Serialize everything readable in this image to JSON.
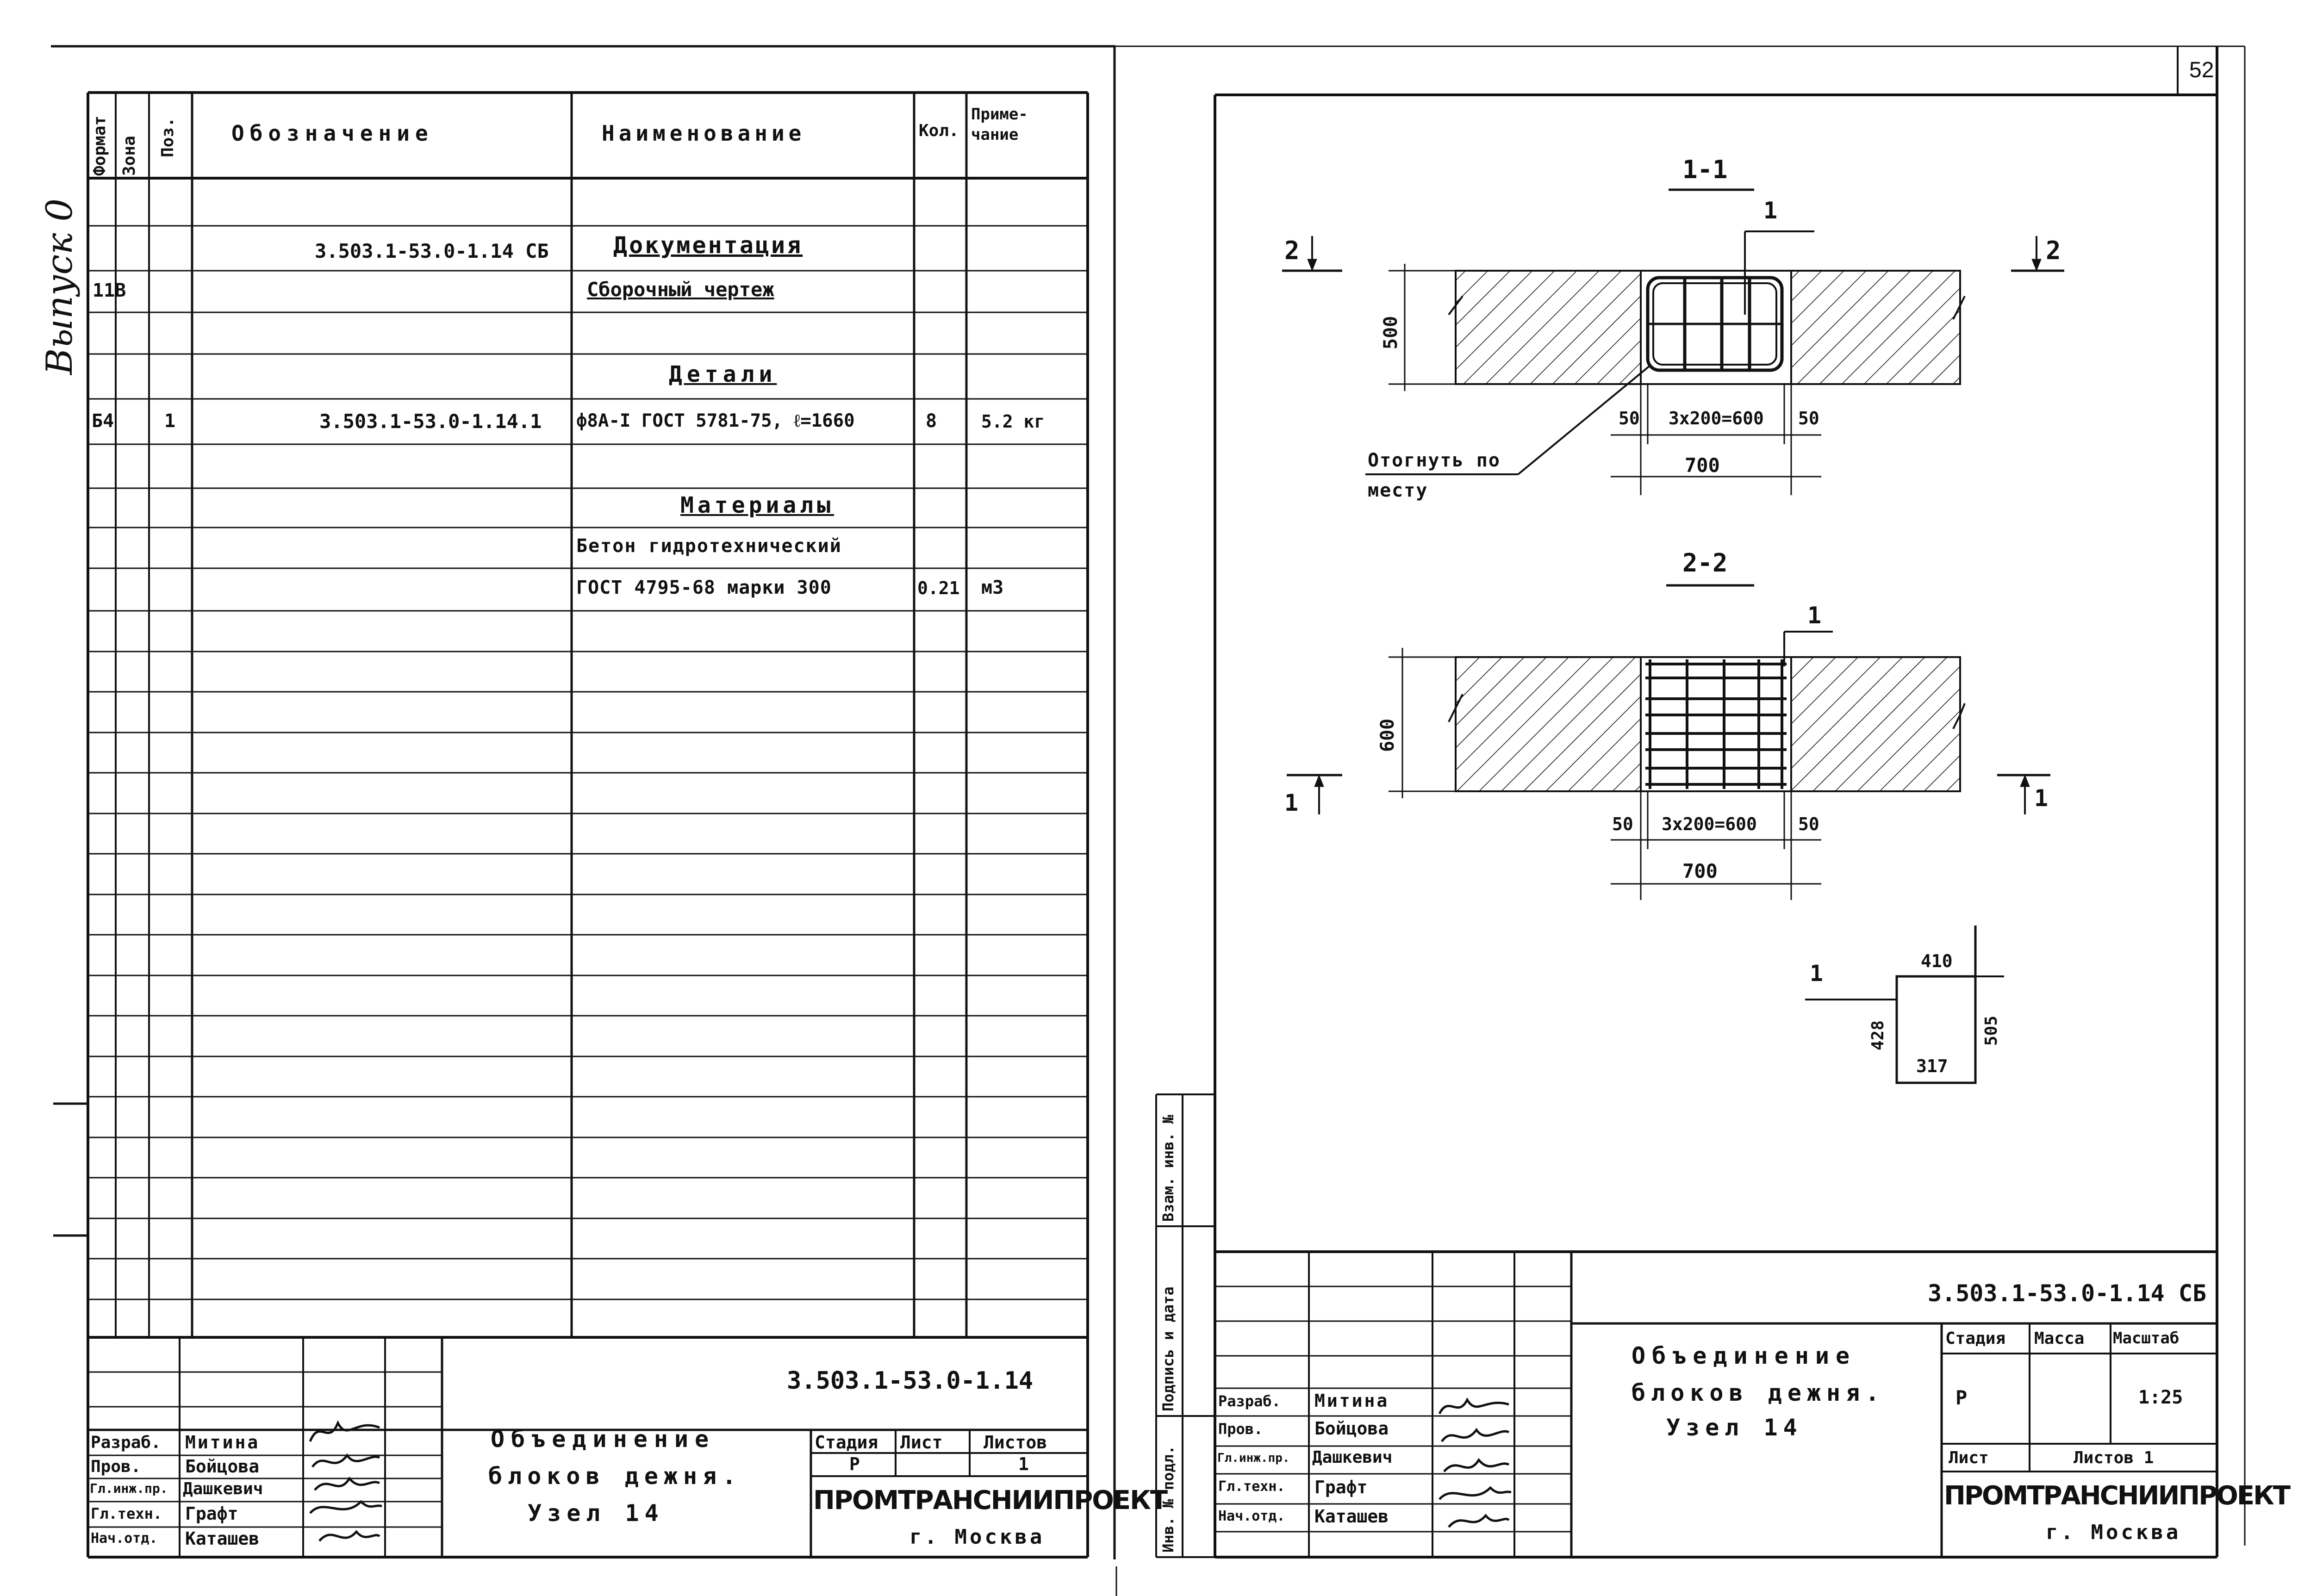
{
  "page_number": "52",
  "left_sheet": {
    "margin_label": "Выпуск 0",
    "table": {
      "headers": {
        "format": "Формат",
        "zone": "Зона",
        "pos": "Поз.",
        "designation": "Обозначение",
        "name": "Наименование",
        "qty": "Кол.",
        "note": "Приме-чание"
      },
      "rows": [
        {
          "format": "",
          "pos": "",
          "designation": "3.503.1-53.0-1.14 СБ",
          "name": "Документация",
          "qty": "",
          "note": ""
        },
        {
          "format": "11В",
          "pos": "",
          "designation": "",
          "name": "Сборочный чертеж",
          "qty": "",
          "note": ""
        },
        {
          "format": "",
          "pos": "",
          "designation": "",
          "name": "Детали",
          "qty": "",
          "note": ""
        },
        {
          "format": "Б4",
          "pos": "1",
          "designation": "3.503.1-53.0-1.14.1",
          "name": "ф8А-I ГОСТ 5781-75, ℓ=1660",
          "qty": "8",
          "note": "5.2 кг"
        },
        {
          "format": "",
          "pos": "",
          "designation": "",
          "name": "Материалы",
          "qty": "",
          "note": ""
        },
        {
          "format": "",
          "pos": "",
          "designation": "",
          "name": "Бетон гидротехнический",
          "qty": "",
          "note": ""
        },
        {
          "format": "",
          "pos": "",
          "designation": "",
          "name": "ГОСТ 4795-68 марки 300",
          "qty": "0.21",
          "note": "м3"
        }
      ]
    },
    "title_block": {
      "code": "3.503.1-53.0-1.14",
      "title_lines": [
        "Объединение",
        "блоков дежня.",
        "Узел 14"
      ],
      "stage_label": "Стадия",
      "sheet_label": "Лист",
      "sheets_label": "Листов",
      "stage": "Р",
      "sheets": "1",
      "org": "ПРОМТРАНСНИИПРОЕКТ",
      "city": "г. Москва",
      "people": [
        {
          "role": "Разраб.",
          "name": "Митина"
        },
        {
          "role": "Пров.",
          "name": "Бойцова"
        },
        {
          "role": "Гл.инж.пр.",
          "name": "Дашкевич"
        },
        {
          "role": "Гл.техн.",
          "name": "Графт"
        },
        {
          "role": "Нач.отд.",
          "name": "Каташев"
        }
      ]
    }
  },
  "right_sheet": {
    "side_labels": [
      "Инв. № подл.",
      "Подпись и дата",
      "Взам. инв. №"
    ],
    "section_1": {
      "title": "1-1",
      "cut_left": "2",
      "cut_right": "2",
      "height_dim": "500",
      "dims": [
        "50",
        "3х200=600",
        "50"
      ],
      "total_dim": "700",
      "leader_label": "1",
      "note_lines": [
        "Отогнуть по",
        "месту"
      ]
    },
    "section_2": {
      "title": "2-2",
      "cut_left": "1",
      "cut_right": "1",
      "height_dim": "600",
      "dims": [
        "50",
        "3х200=600",
        "50"
      ],
      "total_dim": "700",
      "leader_label": "1"
    },
    "detail": {
      "label": "1",
      "top": "410",
      "left": "428",
      "right": "505",
      "bottom": "317"
    },
    "title_block": {
      "code": "3.503.1-53.0-1.14 СБ",
      "title_lines": [
        "Объединение",
        "блоков дежня.",
        "Узел 14"
      ],
      "stage_label": "Стадия",
      "mass_label": "Масса",
      "scale_label": "Масштаб",
      "stage": "Р",
      "scale": "1:25",
      "sheet_label": "Лист",
      "sheets_text": "Листов 1",
      "org": "ПРОМТРАНСНИИПРОЕКТ",
      "city": "г. Москва",
      "people": [
        {
          "role": "Разраб.",
          "name": "Митина"
        },
        {
          "role": "Пров.",
          "name": "Бойцова"
        },
        {
          "role": "Гл.инж.пр.",
          "name": "Дашкевич"
        },
        {
          "role": "Гл.техн.",
          "name": "Графт"
        },
        {
          "role": "Нач.отд.",
          "name": "Каташев"
        }
      ]
    }
  }
}
